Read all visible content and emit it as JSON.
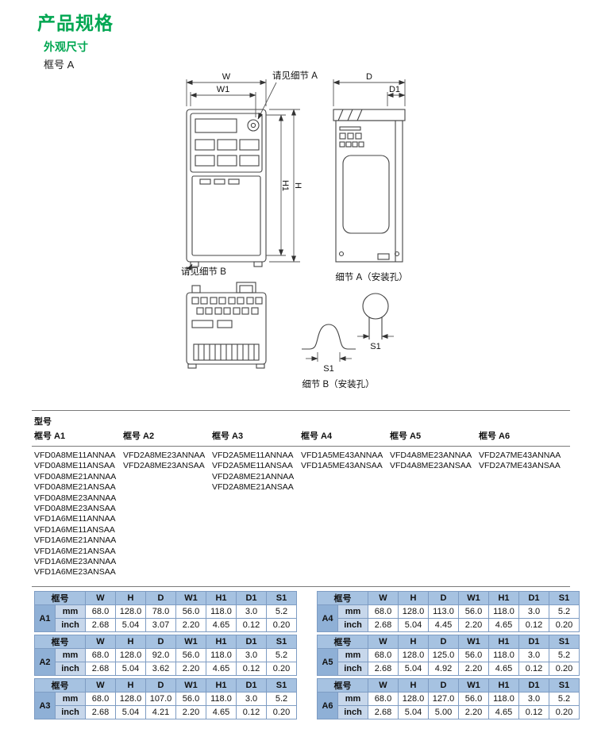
{
  "page": {
    "title": "产品规格",
    "subtitle": "外观尺寸",
    "frame_label": "框号 A"
  },
  "colors": {
    "title_green": "#00a651",
    "table_header_blue": "#a6c2e1",
    "frame_cell_blue": "#8fb0d6",
    "unit_cell_blue": "#c7d7eb",
    "drawing_line": "#444444"
  },
  "diagram": {
    "labels": {
      "w": "W",
      "w1": "W1",
      "h": "H",
      "h1": "H1",
      "d": "D",
      "d1": "D1",
      "s1": "S1",
      "callout_a": "请见细节 A",
      "callout_b": "请见细节 B",
      "caption_a": "细节 A（安装孔）",
      "caption_b": "细节 B（安装孔）"
    }
  },
  "model_table": {
    "title": "型号",
    "columns": [
      {
        "header": "框号 A1",
        "models": [
          "VFD0A8ME11ANNAA",
          "VFD0A8ME11ANSAA",
          "VFD0A8ME21ANNAA",
          "VFD0A8ME21ANSAA",
          "VFD0A8ME23ANNAA",
          "VFD0A8ME23ANSAA",
          "VFD1A6ME11ANNAA",
          "VFD1A6ME11ANSAA",
          "VFD1A6ME21ANNAA",
          "VFD1A6ME21ANSAA",
          "VFD1A6ME23ANNAA",
          "VFD1A6ME23ANSAA"
        ]
      },
      {
        "header": "框号 A2",
        "models": [
          "VFD2A8ME23ANNAA",
          "VFD2A8ME23ANSAA"
        ]
      },
      {
        "header": "框号 A3",
        "models": [
          "VFD2A5ME11ANNAA",
          "VFD2A5ME11ANSAA",
          "VFD2A8ME21ANNAA",
          "VFD2A8ME21ANSAA"
        ]
      },
      {
        "header": "框号 A4",
        "models": [
          "VFD1A5ME43ANNAA",
          "VFD1A5ME43ANSAA"
        ]
      },
      {
        "header": "框号 A5",
        "models": [
          "VFD4A8ME23ANNAA",
          "VFD4A8ME23ANSAA"
        ]
      },
      {
        "header": "框号 A6",
        "models": [
          "VFD2A7ME43ANNAA",
          "VFD2A7ME43ANSAA"
        ]
      }
    ]
  },
  "dimension_tables": {
    "headers": [
      "框号",
      "W",
      "H",
      "D",
      "W1",
      "H1",
      "D1",
      "S1"
    ],
    "unit_labels": [
      "mm",
      "inch"
    ],
    "tables": [
      {
        "frame": "A1",
        "mm": [
          "68.0",
          "128.0",
          "78.0",
          "56.0",
          "118.0",
          "3.0",
          "5.2"
        ],
        "inch": [
          "2.68",
          "5.04",
          "3.07",
          "2.20",
          "4.65",
          "0.12",
          "0.20"
        ]
      },
      {
        "frame": "A2",
        "mm": [
          "68.0",
          "128.0",
          "92.0",
          "56.0",
          "118.0",
          "3.0",
          "5.2"
        ],
        "inch": [
          "2.68",
          "5.04",
          "3.62",
          "2.20",
          "4.65",
          "0.12",
          "0.20"
        ]
      },
      {
        "frame": "A3",
        "mm": [
          "68.0",
          "128.0",
          "107.0",
          "56.0",
          "118.0",
          "3.0",
          "5.2"
        ],
        "inch": [
          "2.68",
          "5.04",
          "4.21",
          "2.20",
          "4.65",
          "0.12",
          "0.20"
        ]
      },
      {
        "frame": "A4",
        "mm": [
          "68.0",
          "128.0",
          "113.0",
          "56.0",
          "118.0",
          "3.0",
          "5.2"
        ],
        "inch": [
          "2.68",
          "5.04",
          "4.45",
          "2.20",
          "4.65",
          "0.12",
          "0.20"
        ]
      },
      {
        "frame": "A5",
        "mm": [
          "68.0",
          "128.0",
          "125.0",
          "56.0",
          "118.0",
          "3.0",
          "5.2"
        ],
        "inch": [
          "2.68",
          "5.04",
          "4.92",
          "2.20",
          "4.65",
          "0.12",
          "0.20"
        ]
      },
      {
        "frame": "A6",
        "mm": [
          "68.0",
          "128.0",
          "127.0",
          "56.0",
          "118.0",
          "3.0",
          "5.2"
        ],
        "inch": [
          "2.68",
          "5.04",
          "5.00",
          "2.20",
          "4.65",
          "0.12",
          "0.20"
        ]
      }
    ]
  }
}
